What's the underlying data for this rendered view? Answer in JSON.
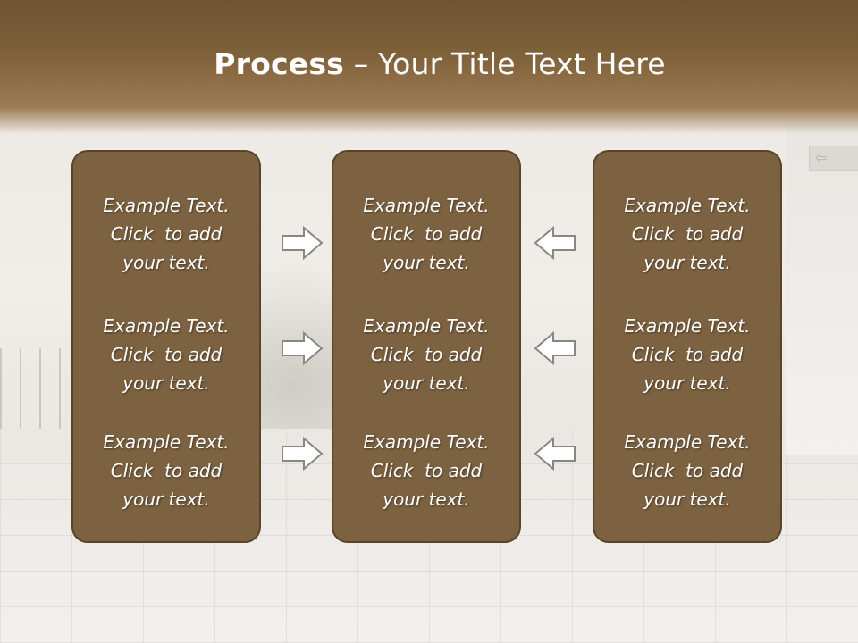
{
  "title": {
    "bold": "Process",
    "rest": " – Your Title Text Here"
  },
  "columns": [
    {
      "items": [
        [
          "Example Text.",
          "Click  to add",
          "your text."
        ],
        [
          "Example Text.",
          "Click  to add",
          "your text."
        ],
        [
          "Example Text.",
          "Click  to add",
          "your text."
        ]
      ]
    },
    {
      "items": [
        [
          "Example Text.",
          "Click  to add",
          "your text."
        ],
        [
          "Example Text.",
          "Click  to add",
          "your text."
        ],
        [
          "Example Text.",
          "Click  to add",
          "your text."
        ]
      ]
    },
    {
      "items": [
        [
          "Example Text.",
          "Click  to add",
          "your text."
        ],
        [
          "Example Text.",
          "Click  to add",
          "your text."
        ],
        [
          "Example Text.",
          "Click  to add",
          "your text."
        ]
      ]
    }
  ],
  "arrows": {
    "left_group": "arrow-right-icon",
    "right_group": "arrow-left-icon"
  },
  "colors": {
    "header": "#7e6039",
    "box_fill": "#7c6240",
    "box_border": "#5a4327",
    "text": "#ffffff"
  }
}
